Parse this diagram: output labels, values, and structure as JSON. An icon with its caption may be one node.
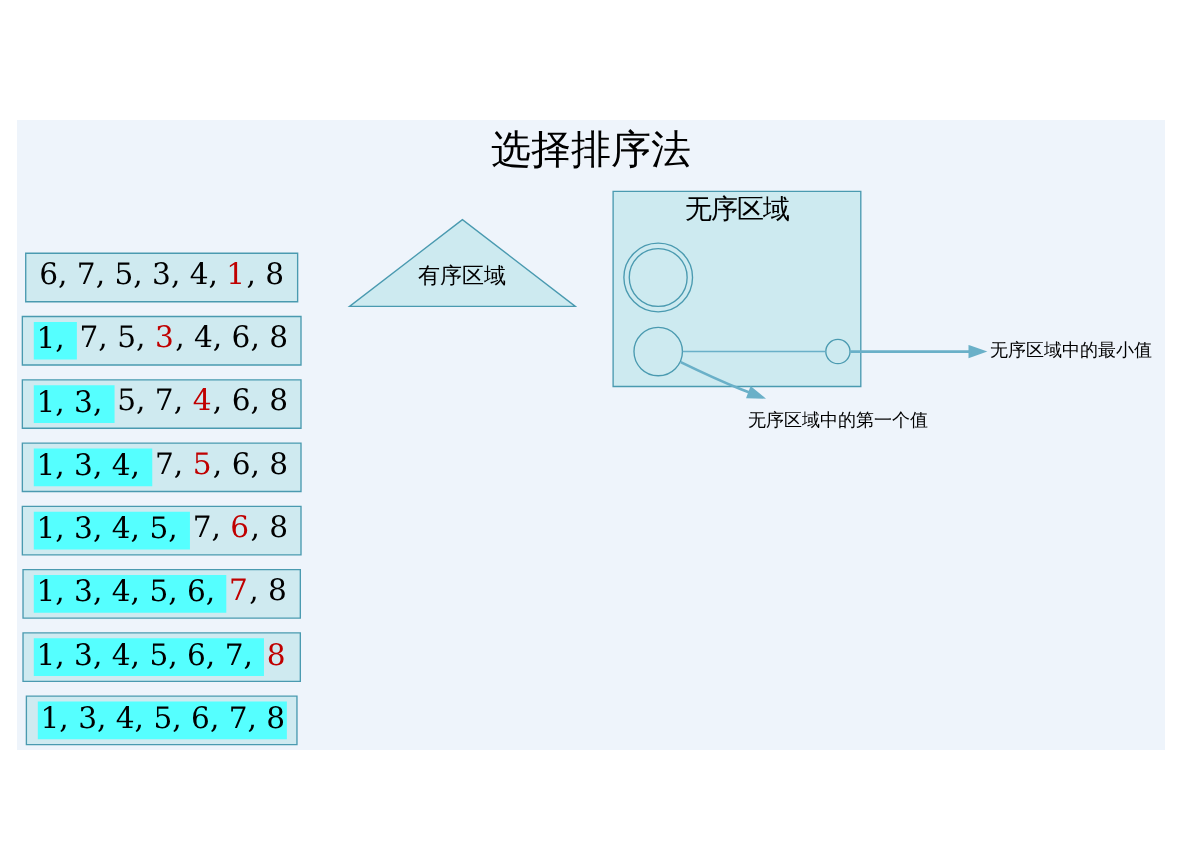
{
  "diagram": {
    "title": "选择排序法",
    "nodes": [
      {
        "text": [
          "6, 7, 5, 3, 4, 1, 8"
        ]
      },
      {
        "text": [
          "1, 7, 5, 3, 4, 6, 8"
        ]
      },
      {
        "text": [
          "1, 3, 5, 7, 4, 6, 8"
        ]
      },
      {
        "text": [
          "1, 3, 4, 7, 5, 6, 8"
        ]
      },
      {
        "text": [
          "1, 3, 4, 5, 7, 6, 8"
        ]
      },
      {
        "text": [
          "1, 3, 4, 5, 6, 7, 8"
        ]
      },
      {
        "text": [
          "1, 3, 4, 5, 6, 7, 8"
        ]
      },
      {
        "text": [
          "1, 3, 4, 5, 6, 7, 8"
        ]
      },
      {
        "text": [
          "有序区域"
        ]
      },
      {
        "text": [
          "无序区域"
        ]
      },
      {
        "text": [],
        "shape": "circle",
        "in": 9
      },
      {
        "text": [],
        "shape": "circle",
        "in": 9
      },
      {
        "text": [],
        "shape": "circle",
        "in": 9
      },
      {
        "text": [
          "无序区域中的第一个值"
        ]
      },
      {
        "text": [
          "无序区域中的最小值"
        ]
      }
    ],
    "edges": [
      {
        "from": 11,
        "to": 12,
        "arrow": "none"
      },
      {
        "from": 11,
        "to": 13,
        "arrow": "to"
      },
      {
        "from": 12,
        "to": 14,
        "arrow": "to"
      }
    ]
  }
}
